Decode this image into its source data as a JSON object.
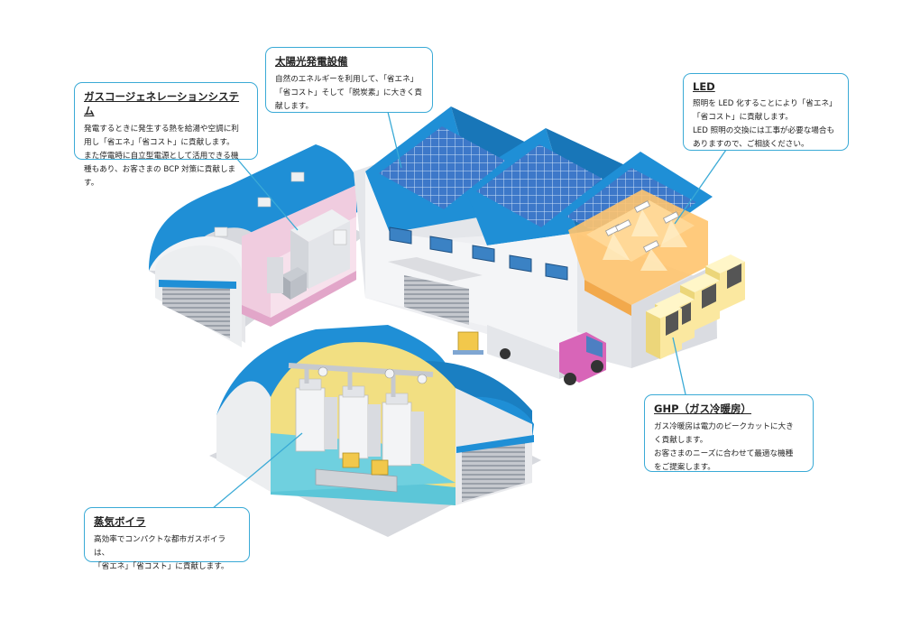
{
  "callouts": {
    "gas": {
      "title": "ガスコージェネレーションシステム",
      "lines": [
        "発電するときに発生する熱を給湯や空調に利",
        "用し「省エネ」「省コスト」に貢献します。",
        "また停電時に自立型電源として活用できる機",
        "種もあり、お客さまの BCP 対策に貢献します。"
      ]
    },
    "solar": {
      "title": "太陽光発電設備",
      "lines": [
        "自然のエネルギーを利用して、「省エネ」",
        "「省コスト」そして「脱炭素」に大きく貢",
        "献します。"
      ]
    },
    "led": {
      "title": "LED",
      "lines": [
        "照明を LED 化することにより「省エネ」",
        "「省コスト」に貢献します。",
        "LED 照明の交換には工事が必要な場合も",
        "ありますので、ご相談ください。"
      ]
    },
    "ghp": {
      "title": "GHP（ガス冷暖房）",
      "lines": [
        "ガス冷暖房は電力のピークカットに大き",
        "く貢献します。",
        "お客さまのニーズに合わせて最適な機種",
        "をご提案します。"
      ]
    },
    "steam": {
      "title": "蒸気ボイラ",
      "lines": [
        "高効率でコンパクトな都市ガスボイラは、",
        "「省エネ」「省コスト」に貢献します。"
      ]
    }
  },
  "colors": {
    "roof_blue": "#1f8fd6",
    "callout_border": "#3aaad6",
    "wall_gray": "#e8e9ec",
    "led_orange": "#ffc46e",
    "cogen_pink": "#e8a3cf",
    "boiler_room_yellow": "#f2df82",
    "boiler_floor_cyan": "#5cc6d8",
    "ghp_unit_yellow": "#fbe8a0",
    "truck_magenta": "#d865b8"
  },
  "illustration": {
    "buildings": [
      "cogeneration-hangar",
      "main-factory",
      "boiler-hangar"
    ],
    "solar_panel_arrays": 3,
    "ghp_units": 4,
    "boiler_units": 3,
    "truck": "delivery-truck"
  }
}
